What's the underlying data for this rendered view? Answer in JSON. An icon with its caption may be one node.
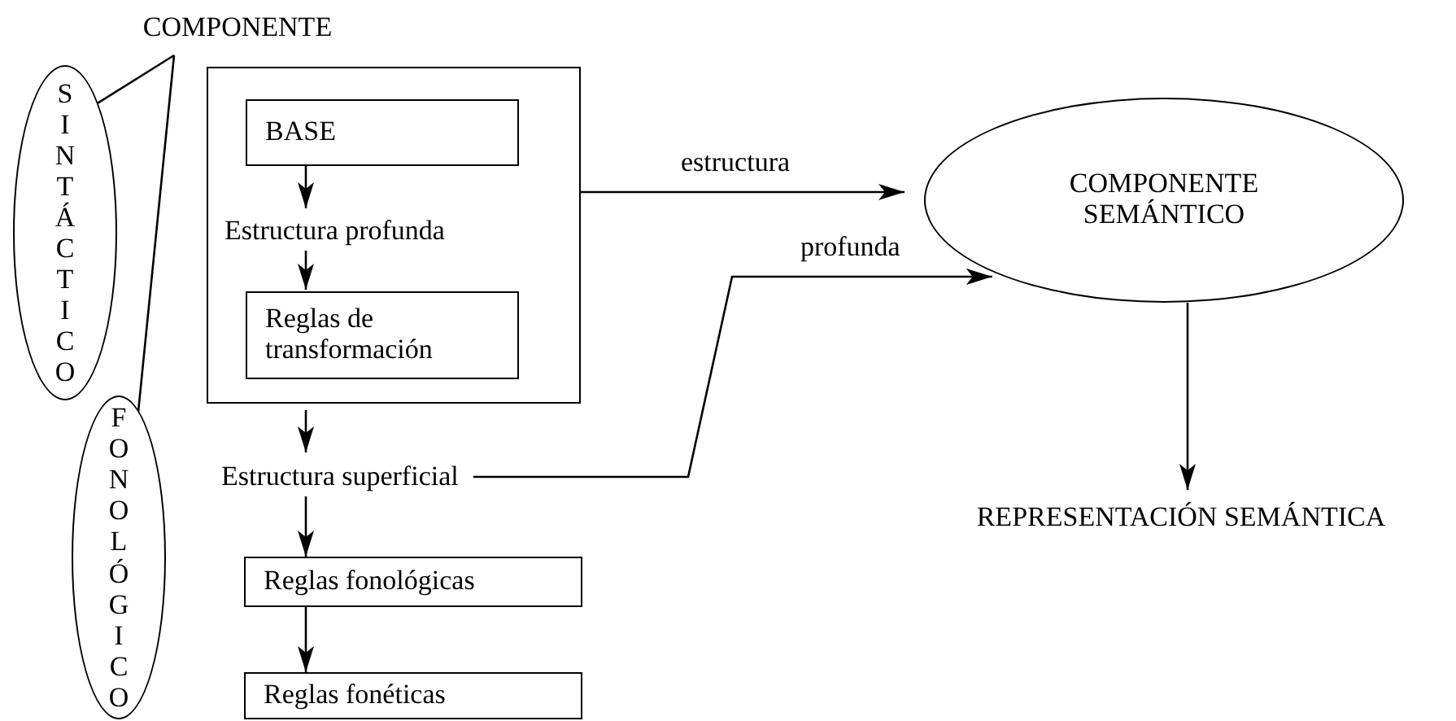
{
  "diagram": {
    "nodes": [
      {
        "text": [
          "COMPONENTE"
        ]
      },
      {
        "text": [
          "SINTÁCTICO"
        ]
      },
      {
        "text": [
          "FONOLÓGICO"
        ]
      },
      {
        "text": [],
        "shape": "box"
      },
      {
        "text": [
          "BASE"
        ],
        "in": 3
      },
      {
        "text": [
          "Estructura profunda"
        ],
        "in": 3
      },
      {
        "text": [
          "Reglas de transformación"
        ],
        "in": 3
      },
      {
        "text": [
          "Estructura superficial"
        ]
      },
      {
        "text": [
          "Reglas fonológicas"
        ]
      },
      {
        "text": [
          "Reglas fonéticas"
        ]
      },
      {
        "text": [
          "COMPONENTE SEMÁNTICO"
        ]
      },
      {
        "text": [
          "REPRESENTACIÓN SEMÁNTICA"
        ]
      }
    ],
    "edges": [
      {
        "from": 0,
        "to": 1,
        "arrow": "none"
      },
      {
        "from": 0,
        "to": 2,
        "arrow": "none"
      },
      {
        "from": 4,
        "to": 5,
        "arrow": "to"
      },
      {
        "from": 5,
        "to": 6,
        "arrow": "to"
      },
      {
        "from": 3,
        "to": 7,
        "arrow": "to"
      },
      {
        "from": 7,
        "to": 8,
        "arrow": "to"
      },
      {
        "from": 8,
        "to": 9,
        "arrow": "to"
      },
      {
        "from": 3,
        "to": 10,
        "arrow": "to",
        "label": "estructura"
      },
      {
        "from": 7,
        "to": 10,
        "arrow": "to",
        "label": "profunda"
      },
      {
        "from": 10,
        "to": 11,
        "arrow": "to"
      }
    ]
  }
}
